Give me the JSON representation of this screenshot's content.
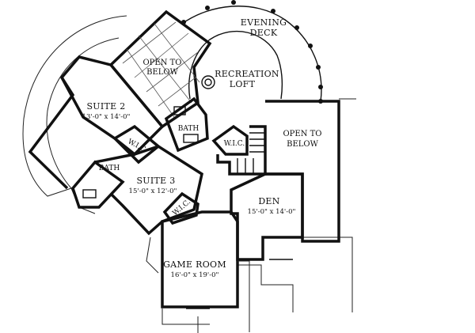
{
  "rooms": {
    "evening_deck": {
      "line1": "EVENING",
      "line2": "DECK"
    },
    "open_to_below_left": {
      "line1": "OPEN TO",
      "line2": "BELOW"
    },
    "recreation_loft": {
      "line1": "RECREATION",
      "line2": "LOFT"
    },
    "suite2": {
      "name": "SUITE 2",
      "dims": "13'-0\" x 14'-0\""
    },
    "bath_upper": {
      "name": "BATH"
    },
    "wic_upper": {
      "name": "W.I.C."
    },
    "wic_center": {
      "name": "W.I.C."
    },
    "open_to_below_right": {
      "line1": "OPEN TO",
      "line2": "BELOW"
    },
    "bath_lower": {
      "name": "BATH"
    },
    "suite3": {
      "name": "SUITE 3",
      "dims": "15'-0\" x 12'-0\""
    },
    "wic_lower": {
      "name": "W.I.C."
    },
    "den": {
      "name": "DEN",
      "dims": "15'-0\" x 14'-0\""
    },
    "game_room": {
      "name": "GAME ROOM",
      "dims": "16'-0\" x 19'-0\""
    }
  }
}
